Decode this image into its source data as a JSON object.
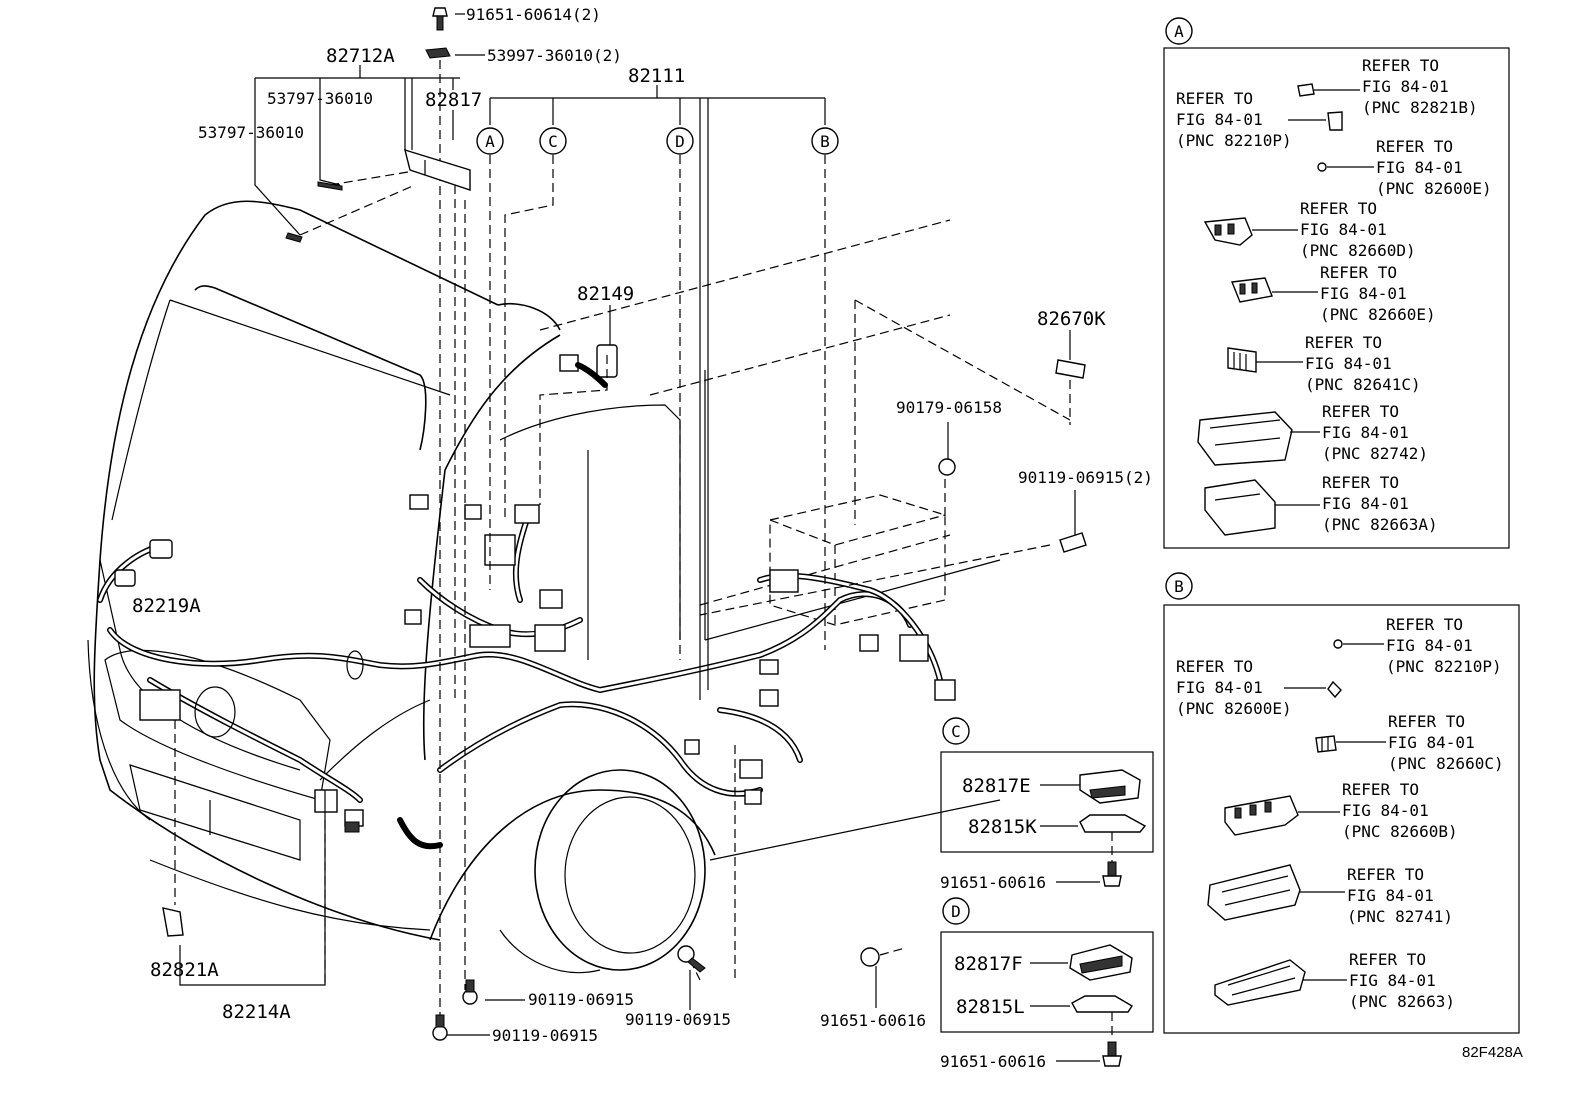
{
  "figure_code": "82F428A",
  "callout_letters": [
    "A",
    "B",
    "C",
    "D"
  ],
  "main_labels": {
    "p82111": "82111",
    "p82712A": "82712A",
    "p82817": "82817",
    "p53797a": "53797-36010",
    "p53797b": "53797-36010",
    "p91651top": "91651-60614(2)",
    "p53997": "53997-36010(2)",
    "p82149": "82149",
    "p82670K": "82670K",
    "p90179": "90179-06158",
    "p90119_2": "90119-06915(2)",
    "p82219A": "82219A",
    "p82821A": "82821A",
    "p82214A": "82214A",
    "p90119a": "90119-06915",
    "p90119b": "90119-06915",
    "p90119c": "90119-06915"
  },
  "refer_line1": "REFER TO",
  "refer_line2": "FIG 84-01",
  "box_A": {
    "letter": "A",
    "refs": [
      "(PNC 82821B)",
      "(PNC 82210P)",
      "(PNC 82600E)",
      "(PNC 82660D)",
      "(PNC 82660E)",
      "(PNC 82641C)",
      "(PNC 82742)",
      "(PNC 82663A)"
    ]
  },
  "box_B": {
    "letter": "B",
    "refs": [
      "(PNC 82210P)",
      "(PNC 82600E)",
      "(PNC 82660C)",
      "(PNC 82660B)",
      "(PNC 82741)",
      "(PNC 82663)"
    ]
  },
  "box_C": {
    "letter": "C",
    "part1": "82817E",
    "part2": "82815K",
    "bolt": "91651-60616"
  },
  "box_D": {
    "letter": "D",
    "part1": "82817F",
    "part2": "82815L",
    "bolt_left": "91651-60616",
    "bolt_bottom": "91651-60616"
  }
}
